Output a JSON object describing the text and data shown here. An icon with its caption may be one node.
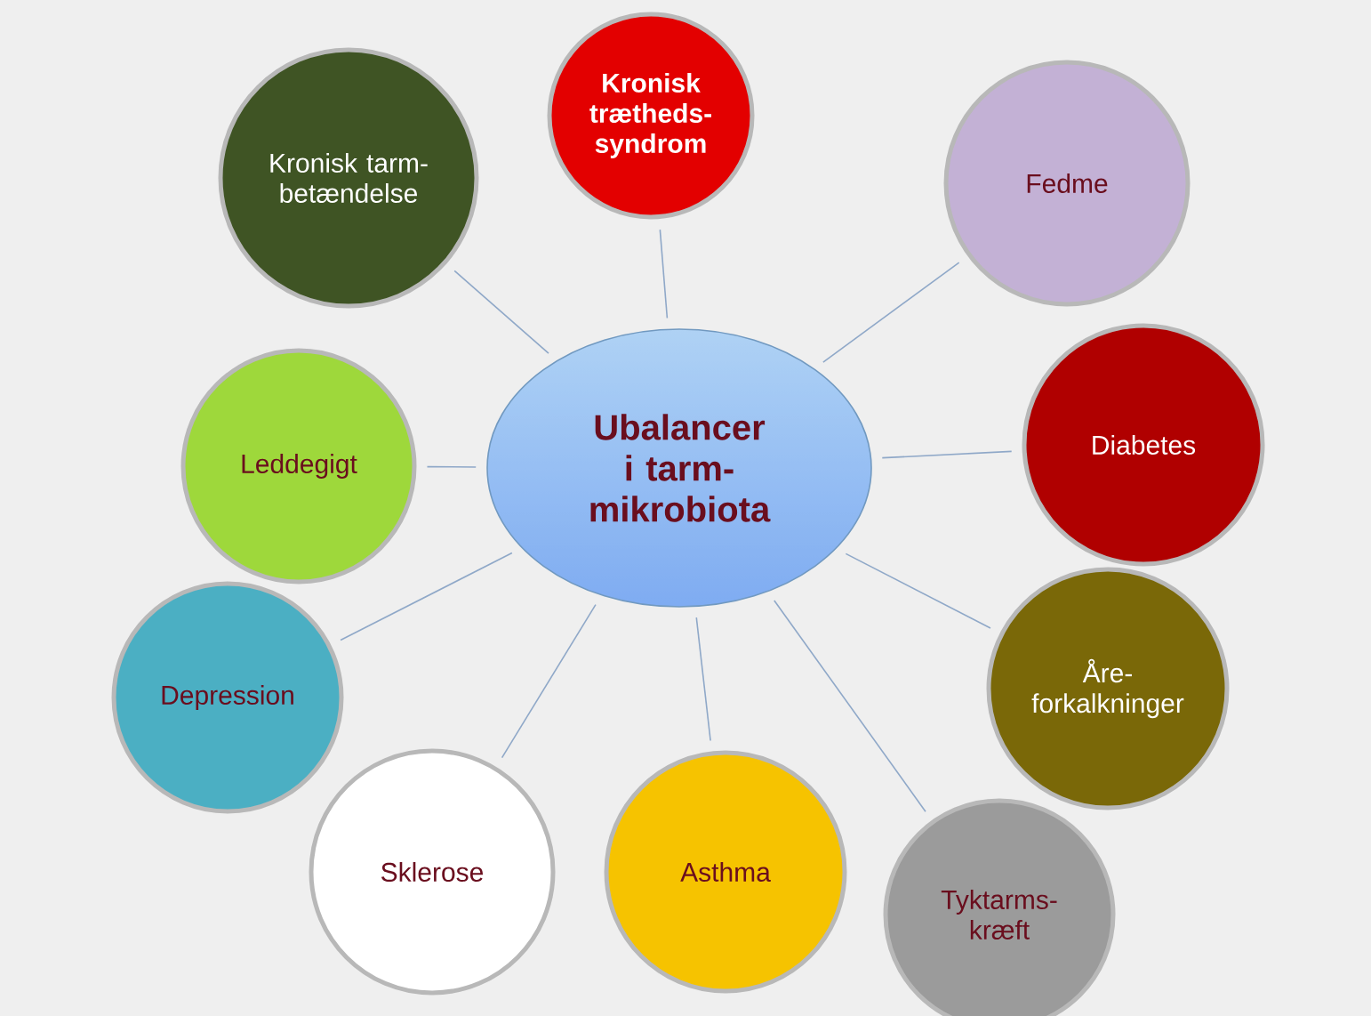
{
  "diagram": {
    "nodes": [
      {
        "text": [
          "Ubalancer i tarm- mikrobiota"
        ]
      },
      {
        "text": [
          "Kronisk trætheds- syndrom"
        ]
      },
      {
        "text": [
          "Kronisk tarm- betændelse"
        ]
      },
      {
        "text": [
          "Fedme"
        ]
      },
      {
        "text": [
          "Diabetes"
        ]
      },
      {
        "text": [
          "Leddegigt"
        ]
      },
      {
        "text": [
          "Åre- forkalkninger"
        ]
      },
      {
        "text": [
          "Depression"
        ]
      },
      {
        "text": [
          "Sklerose"
        ]
      },
      {
        "text": [
          "Asthma"
        ]
      },
      {
        "text": [
          "Tyktarms- kræft"
        ]
      }
    ],
    "edges": [
      {
        "from": 0,
        "to": 1,
        "arrow": "none"
      },
      {
        "from": 0,
        "to": 2,
        "arrow": "none"
      },
      {
        "from": 0,
        "to": 3,
        "arrow": "none"
      },
      {
        "from": 0,
        "to": 4,
        "arrow": "none"
      },
      {
        "from": 0,
        "to": 5,
        "arrow": "none"
      },
      {
        "from": 0,
        "to": 6,
        "arrow": "none"
      },
      {
        "from": 0,
        "to": 7,
        "arrow": "none"
      },
      {
        "from": 0,
        "to": 8,
        "arrow": "none"
      },
      {
        "from": 0,
        "to": 9,
        "arrow": "none"
      },
      {
        "from": 0,
        "to": 10,
        "arrow": "none"
      }
    ]
  }
}
